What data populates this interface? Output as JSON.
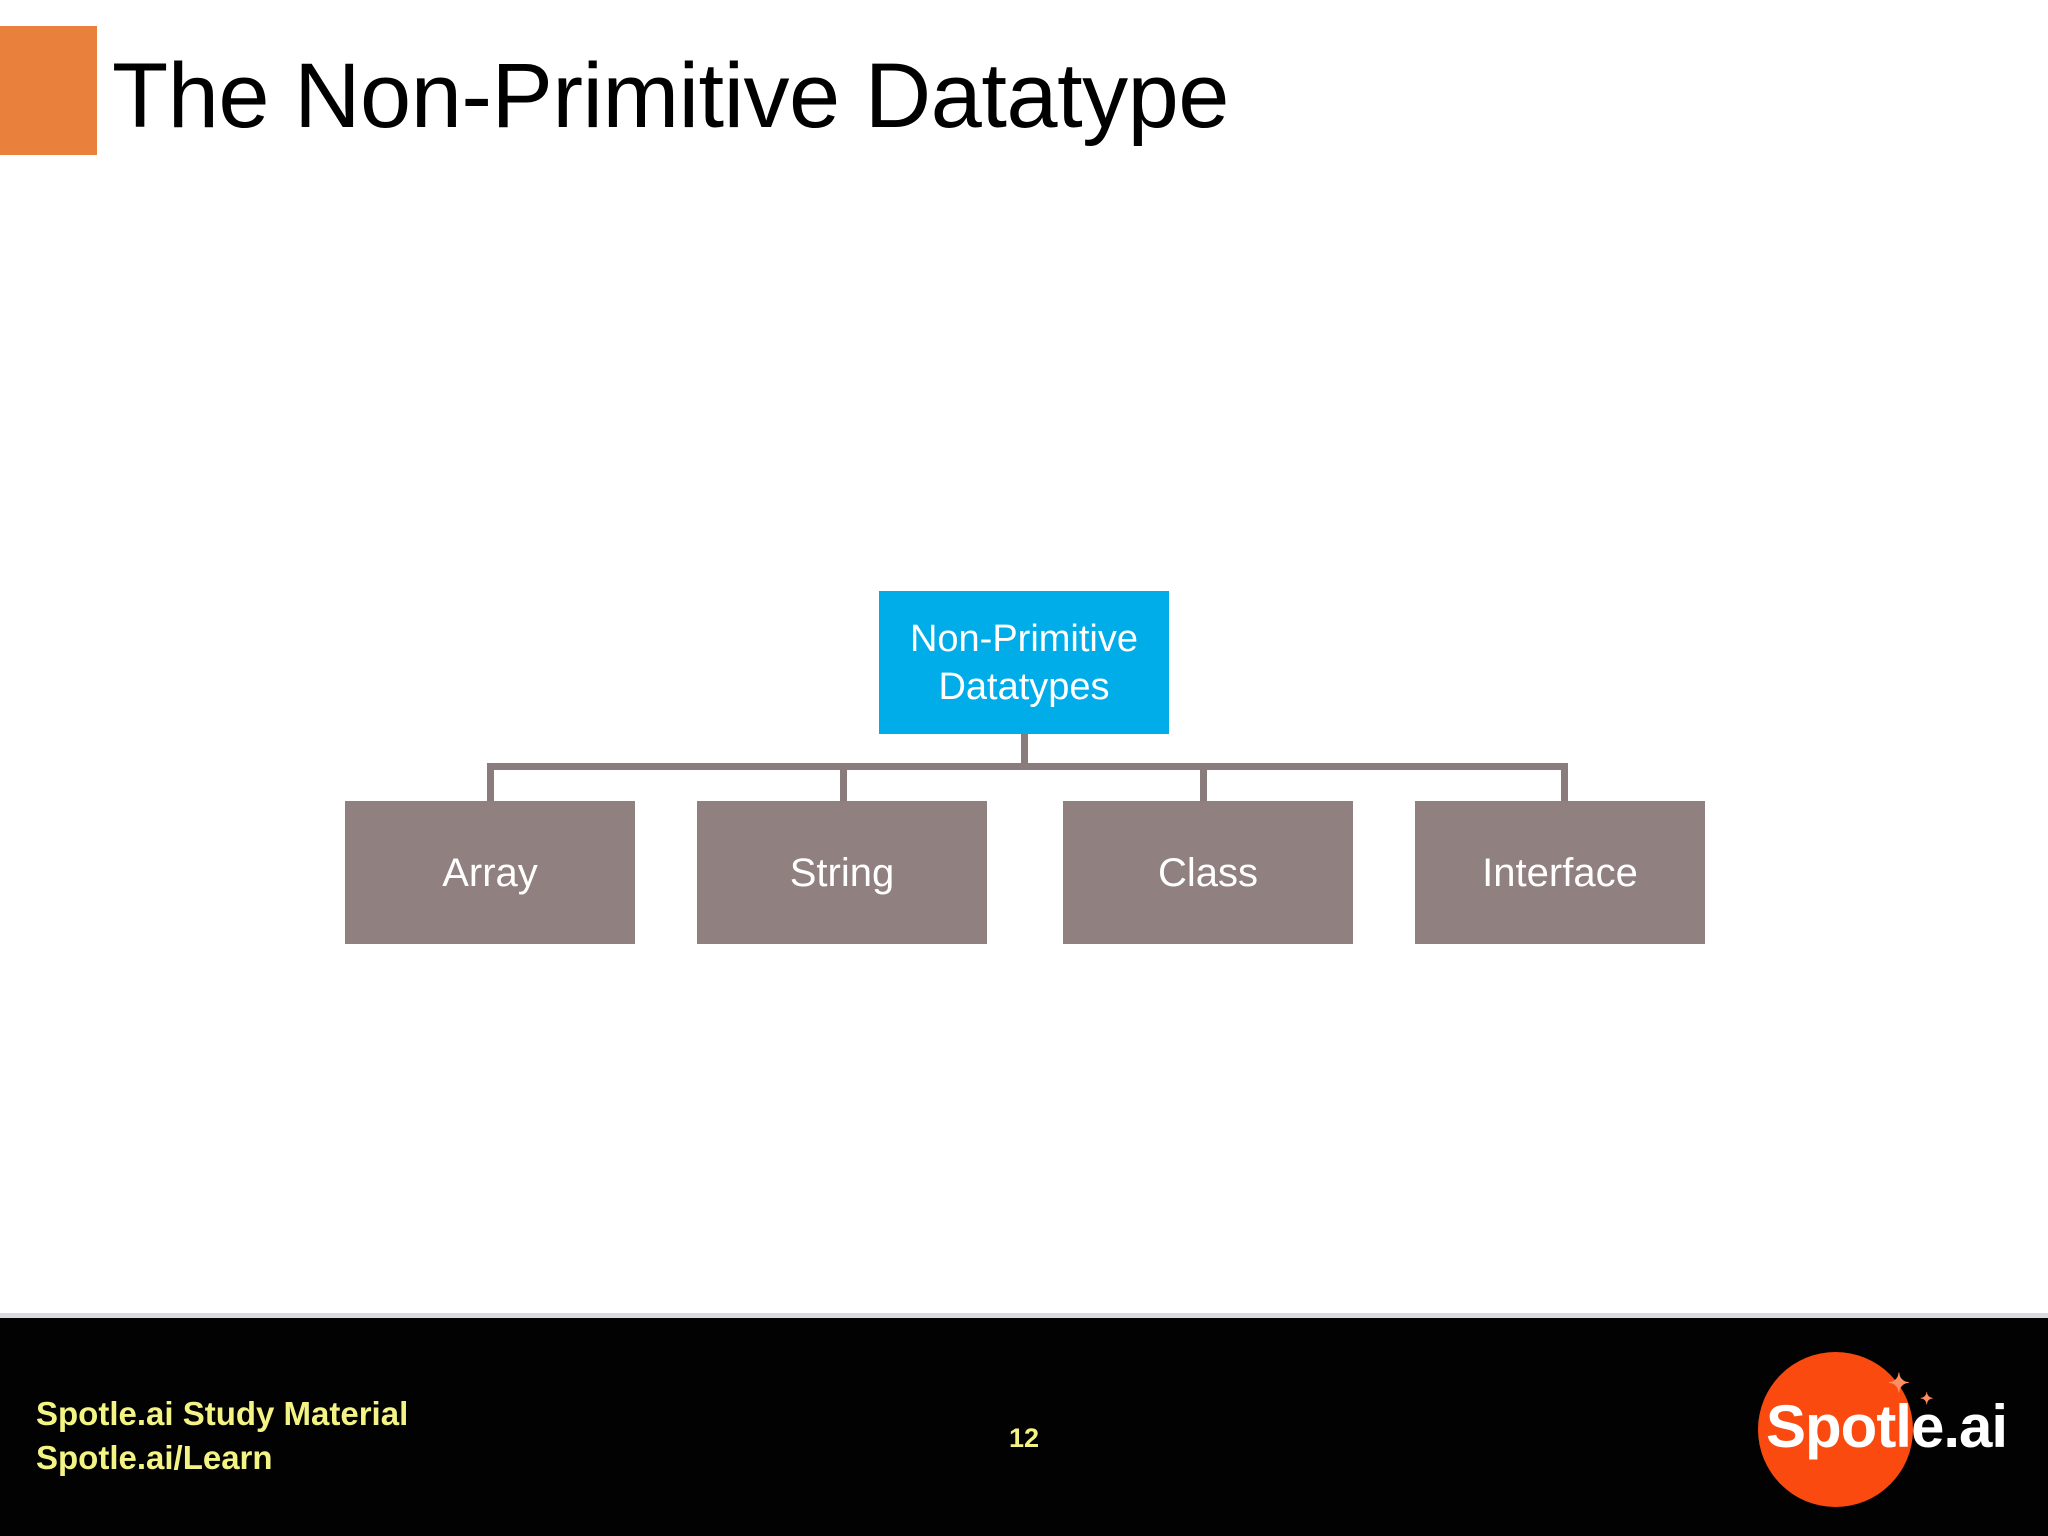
{
  "slide": {
    "title": "The Non-Primitive Datatype",
    "accent_color": "#E9803C",
    "background_color": "#FFFFFF",
    "page_number": "12"
  },
  "diagram": {
    "type": "tree",
    "root": {
      "label": "Non-Primitive Datatypes",
      "line1": "Non-Primitive",
      "line2": "Datatypes",
      "fill_color": "#00ADE8",
      "text_color": "#FFFFFF"
    },
    "connector_color": "#8A7C7C",
    "children": [
      {
        "label": "Array",
        "fill_color": "#90807F",
        "text_color": "#FFFFFF"
      },
      {
        "label": "String",
        "fill_color": "#90807F",
        "text_color": "#FFFFFF"
      },
      {
        "label": "Class",
        "fill_color": "#90807F",
        "text_color": "#FFFFFF"
      },
      {
        "label": "Interface",
        "fill_color": "#90807F",
        "text_color": "#FFFFFF"
      }
    ]
  },
  "footer": {
    "background_color": "#020202",
    "text_color": "#F4F485",
    "line1": "Spotle.ai Study Material",
    "line2": "Spotle.ai/Learn",
    "logo_text": "Spotle.ai",
    "logo_circle_color": "#FA4A10",
    "logo_spark_a": "✦",
    "logo_spark_b": "✦"
  }
}
